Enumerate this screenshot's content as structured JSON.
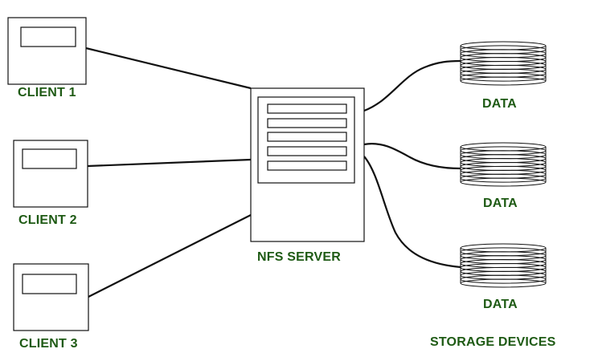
{
  "colors": {
    "label": "#1e5a14",
    "stroke": "#111111",
    "fill": "#ffffff"
  },
  "clients": [
    {
      "label": "CLIENT 1"
    },
    {
      "label": "CLIENT 2"
    },
    {
      "label": "CLIENT 3"
    }
  ],
  "server": {
    "label": "NFS SERVER"
  },
  "storage": {
    "devices": [
      {
        "label": "DATA"
      },
      {
        "label": "DATA"
      },
      {
        "label": "DATA"
      }
    ],
    "group_label": "STORAGE DEVICES"
  }
}
